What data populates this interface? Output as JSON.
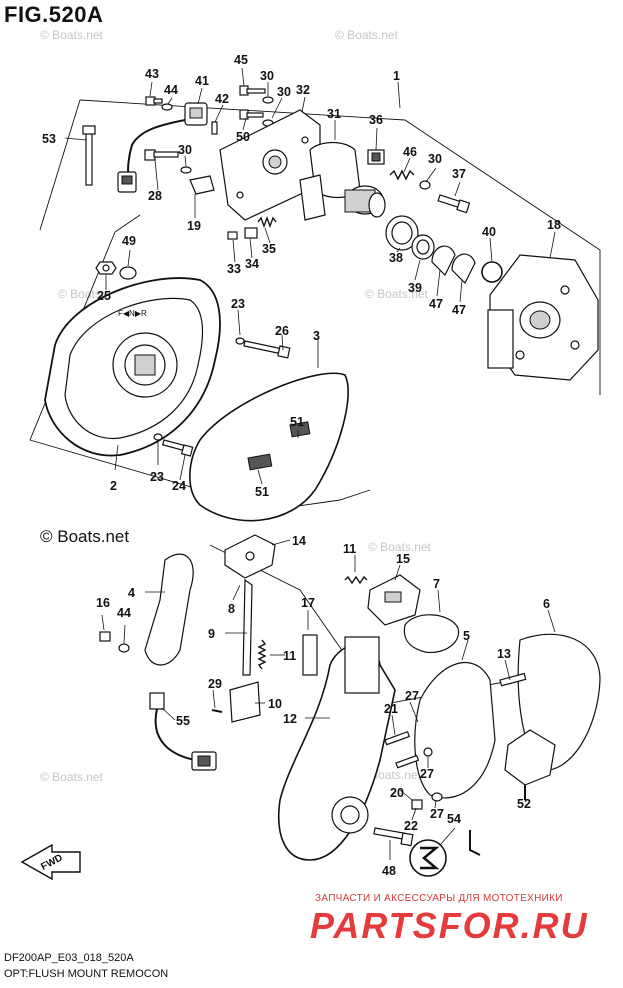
{
  "figure": {
    "title": "FIG.520A",
    "code": "DF200AP_E03_018_520A",
    "description": "OPT:FLUSH MOUNT REMOCON",
    "copyright": "© Boats.net",
    "watermark": "© Boats.net",
    "plate_mark": "F◀N▶R",
    "fwd_label": "FWD"
  },
  "advert": {
    "tagline": "ЗАПЧАСТИ И АКСЕССУАРЫ ДЛЯ МОТОТЕХНИКИ",
    "logo": "PARTSFOR.RU"
  },
  "callouts": [
    "1",
    "2",
    "3",
    "4",
    "5",
    "6",
    "7",
    "8",
    "9",
    "10",
    "11",
    "11",
    "12",
    "13",
    "14",
    "15",
    "16",
    "17",
    "18",
    "19",
    "20",
    "21",
    "22",
    "23",
    "23",
    "24",
    "25",
    "26",
    "27",
    "27",
    "27",
    "28",
    "29",
    "30",
    "30",
    "30",
    "30",
    "31",
    "32",
    "33",
    "34",
    "35",
    "36",
    "37",
    "38",
    "39",
    "40",
    "41",
    "42",
    "43",
    "44",
    "44",
    "45",
    "46",
    "47",
    "47",
    "48",
    "49",
    "50",
    "51",
    "51",
    "52",
    "53",
    "54",
    "55"
  ]
}
